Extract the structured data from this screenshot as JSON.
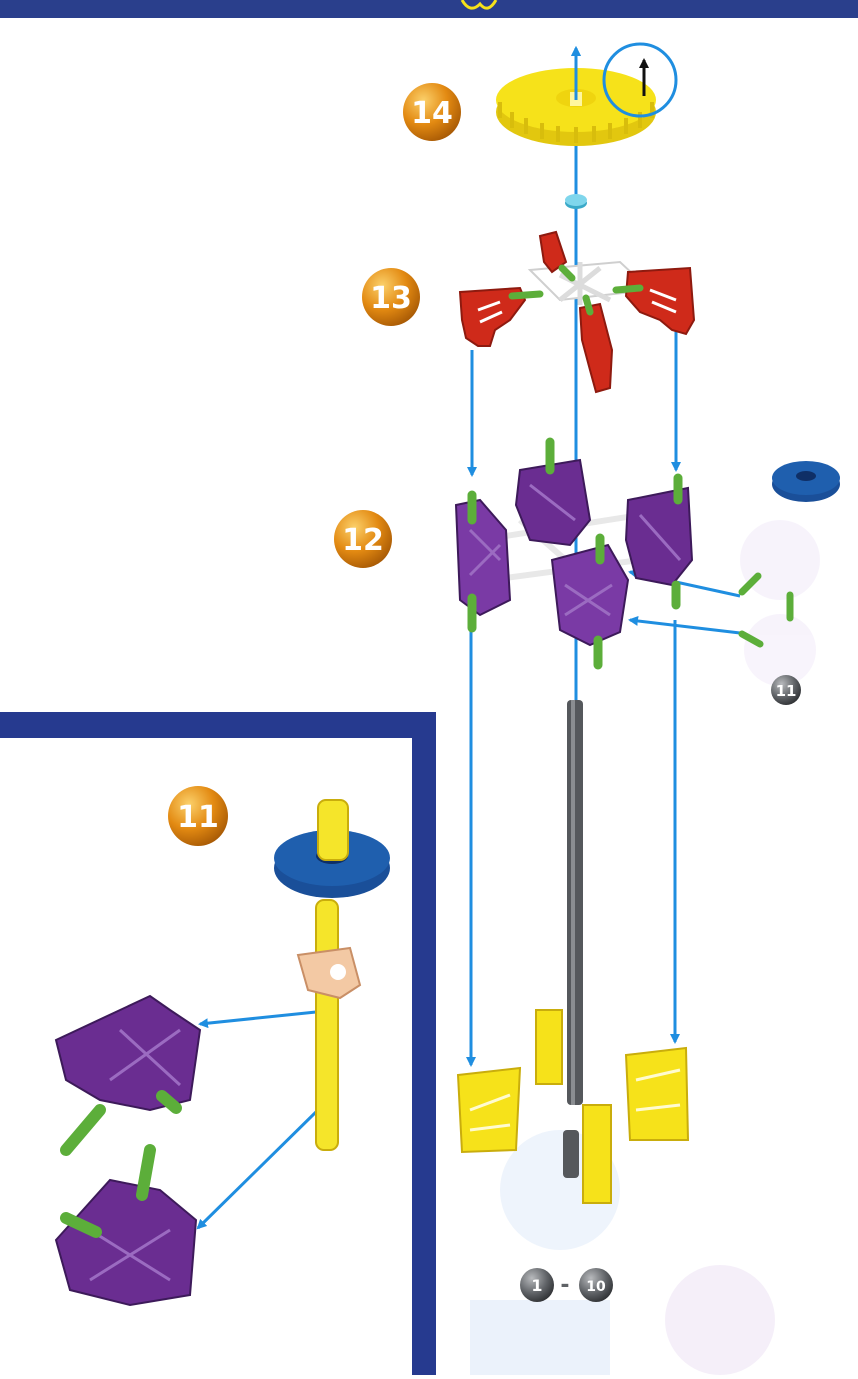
{
  "steps": {
    "step14": "14",
    "step13": "13",
    "step12": "12",
    "step11_ref": "11",
    "step11_inset": "11",
    "range_start": "1",
    "range_sep": "-",
    "range_end": "10"
  },
  "colors": {
    "banner": "#2a3f8c",
    "inset_frame": "#263a8f",
    "arrow": "#1f8ee0",
    "badge_orange": "#e38a12",
    "badge_gray": "#5f6266",
    "gear_yellow": "#f6e21a",
    "connector_red": "#cf2a1a",
    "connector_purple": "#6a2d91",
    "connector_blue": "#1f5fae",
    "rod_green": "#5cae3a",
    "rod_gray": "#55585c",
    "rod_yellow": "#f5e52a",
    "clip_tan": "#f3c9a4",
    "spacer_cyan": "#54c1dc"
  },
  "icons": [
    "rotation-direction-arrow-icon"
  ]
}
